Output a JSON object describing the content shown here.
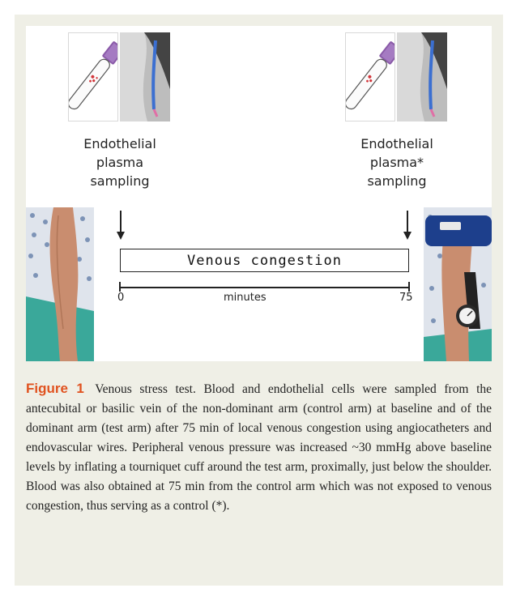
{
  "figure": {
    "left_label_lines": [
      "Endothelial",
      "plasma",
      "sampling"
    ],
    "right_label_lines": [
      "Endothelial",
      "plasma*",
      "sampling"
    ],
    "congestion_label": "Venous congestion",
    "time_start": "0",
    "time_end": "75",
    "time_unit": "minutes",
    "icons": [
      "blood-tube-icon",
      "endovascular-wire-photo",
      "control-arm-photo",
      "cuffed-test-arm-photo"
    ]
  },
  "caption": {
    "label": "Figure 1",
    "text": "Venous stress test. Blood and endothelial cells were sampled from the antecubital or basilic vein of the non-dominant arm (control arm) at baseline and of the dominant arm (test arm) after 75 min of local venous congestion using angiocatheters and endovascular wires. Peripheral venous pressure was increased ~30 mmHg above baseline levels by inflating a tourniquet cuff around the test arm, proximally, just below the shoulder. Blood was also obtained at 75 min from the control arm which was not exposed to venous congestion, thus serving as a control (*)."
  },
  "colors": {
    "panel_bg": "#efefe6",
    "figure_label": "#e0521f",
    "tube_cap": "#8a5aa8",
    "wire_blue": "#3b6fd1",
    "cuff_blue": "#1d3f8c",
    "drape_green": "#3aa89a"
  }
}
